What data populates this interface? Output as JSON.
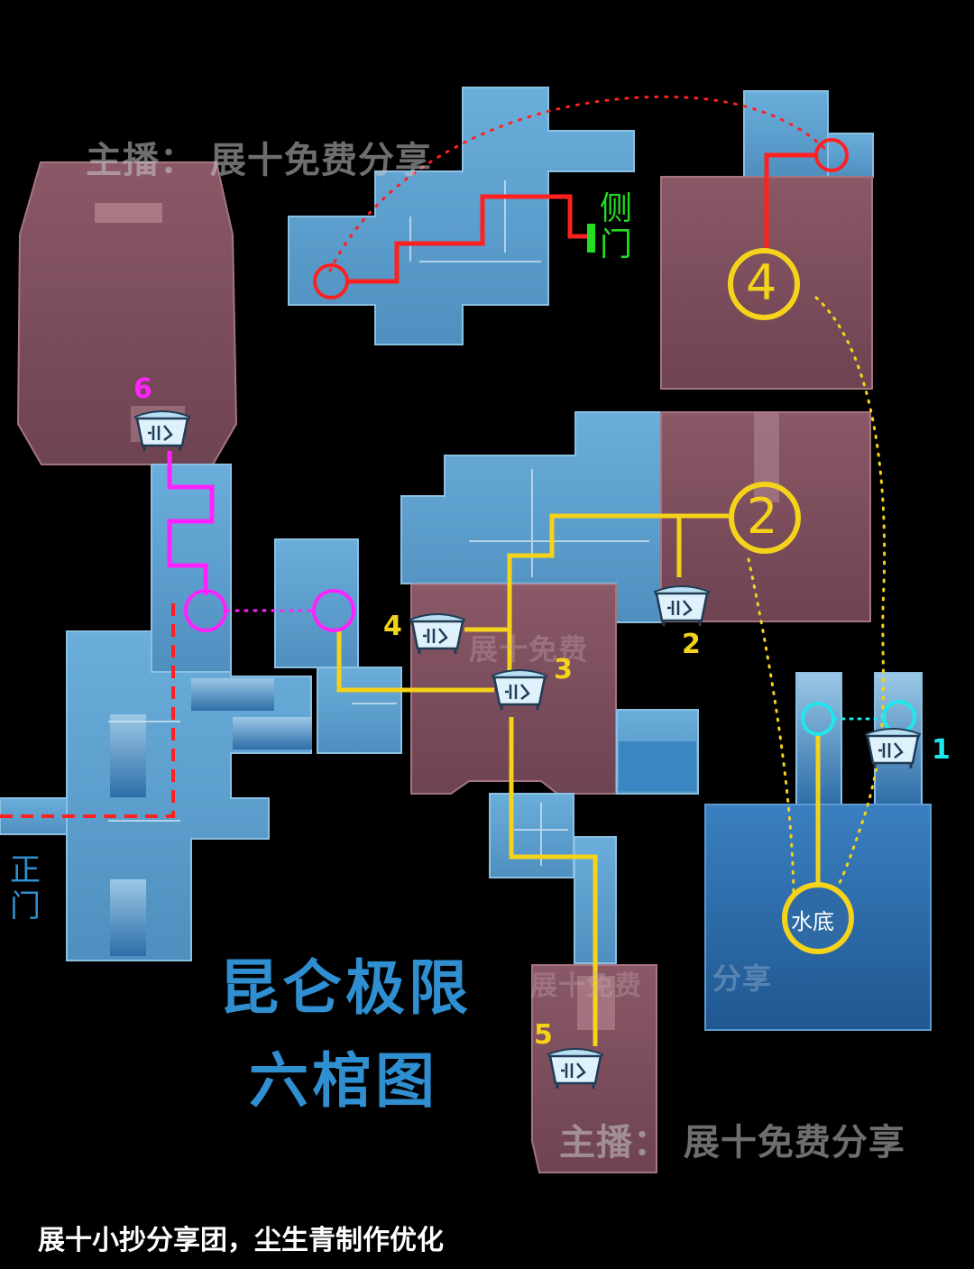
{
  "watermark": {
    "top": "主播：  展十免费分享",
    "bottom": "主播：  展十免费分享",
    "faded_1": "展十免费",
    "faded_2": "分享",
    "faded_3": "展十免费"
  },
  "title": {
    "line1": "昆仑极限",
    "line2": "六棺图"
  },
  "footer": "展十小抄分享团，尘生青制作优化",
  "entrances": {
    "main_gate": {
      "line1": "正",
      "line2": "门"
    },
    "side_gate": {
      "line1": "侧",
      "line2": "门"
    }
  },
  "waypoints": {
    "circle_4": "4",
    "circle_2": "2",
    "water_bottom": "水底"
  },
  "coffins": [
    {
      "number": "6",
      "color": "#ff22ff"
    },
    {
      "number": "4",
      "color": "#f4d31a"
    },
    {
      "number": "3",
      "color": "#f4d31a"
    },
    {
      "number": "2",
      "color": "#f4d31a"
    },
    {
      "number": "5",
      "color": "#f4d31a"
    },
    {
      "number": "1",
      "color": "#1ee8ee"
    }
  ],
  "colors": {
    "blue_room": "#5c9fcb",
    "red_room": "#7c4f5c",
    "deep_water": "#2e6aa6",
    "route_red": "#ff2020",
    "route_yellow": "#f4d31a",
    "route_magenta": "#ff22ff",
    "route_cyan": "#1ee8ee",
    "side_gate_green": "#22dd22"
  }
}
